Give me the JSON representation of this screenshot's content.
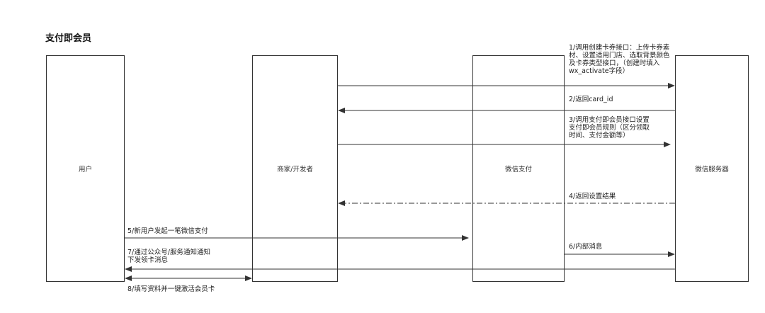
{
  "title": "支付即会员",
  "actors": {
    "user": "用户",
    "merchant": "商家/开发者",
    "wxpay": "微信支付",
    "wxserver": "微信服务器"
  },
  "messages": {
    "m1": "1/调用创建卡券接口：上传卡券素\n材、设置适用门店、选取背景颜色\n及卡券类型接口，（创建时填入\nwx_activate字段）",
    "m2": "2/返回card_id",
    "m3": "3/调用支付即会员接口设置\n支付即会员规则（区分领取\n时间、支付金额等）",
    "m4": "4/返回设置结果",
    "m5": "5/新用户发起一笔微信支付",
    "m6": "6/内部消息",
    "m7": "7/通过公众号/服务通知通知\n下发领卡消息",
    "m8": "8/填写资料并一键激活会员卡"
  }
}
